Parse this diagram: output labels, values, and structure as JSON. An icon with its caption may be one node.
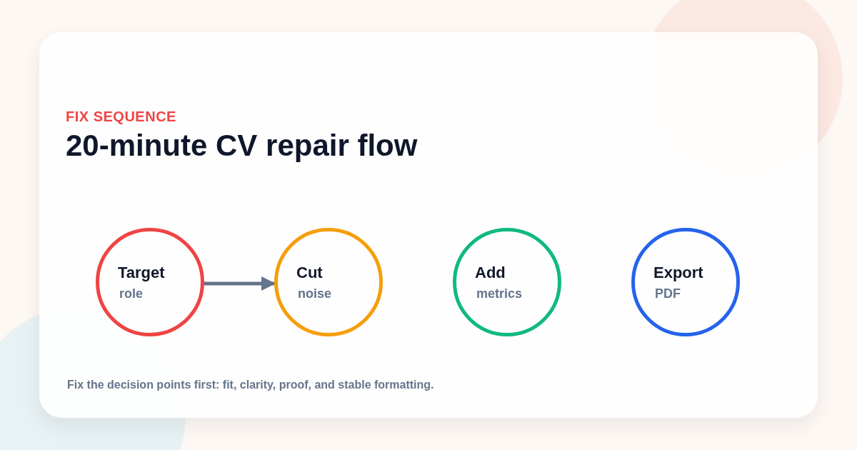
{
  "diagram": {
    "title": "20-minute CV repair flow",
    "caption": "Fix the decision points first: fit, clarity, proof, and stable formatting.",
    "nodes": [
      {
        "text": [
          "Target",
          "role"
        ]
      },
      {
        "text": [
          "Cut",
          "noise"
        ]
      },
      {
        "text": [
          "Add",
          "metrics"
        ]
      },
      {
        "text": [
          "Export",
          "PDF"
        ]
      }
    ],
    "edges": [
      {
        "from": 0,
        "to": 1,
        "arrow": "to"
      }
    ],
    "labels": [
      "FIX SEQUENCE"
    ]
  }
}
